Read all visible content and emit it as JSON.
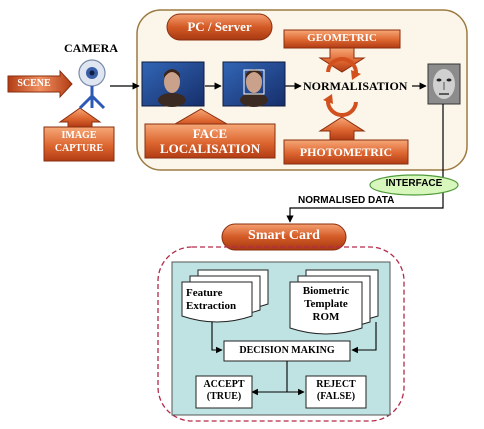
{
  "server": {
    "title": "PC / Server"
  },
  "camera": {
    "label": "CAMERA"
  },
  "scene": {
    "label": "SCENE"
  },
  "image_capture": {
    "line1": "IMAGE",
    "line2": "CAPTURE"
  },
  "geometric": {
    "label": "GEOMETRIC"
  },
  "normalisation": {
    "label": "NORMALISATION"
  },
  "face_localisation": {
    "line1": "FACE",
    "line2": "LOCALISATION"
  },
  "photometric": {
    "label": "PHOTOMETRIC"
  },
  "interface": {
    "label": "INTERFACE"
  },
  "normalised_data": {
    "label": "NORMALISED DATA"
  },
  "smart_card": {
    "title": "Smart Card",
    "feature": {
      "line1": "Feature",
      "line2": "Extraction"
    },
    "template": {
      "line1": "Biometric",
      "line2": "Template",
      "line3": "ROM"
    },
    "decision": "DECISION MAKING",
    "accept": {
      "line1": "ACCEPT",
      "line2": "(TRUE)"
    },
    "reject": {
      "line1": "REJECT",
      "line2": "(FALSE)"
    }
  },
  "colors": {
    "orange_dark": "#c4441a",
    "orange_light": "#f39a63",
    "server_fill": "#fcf6ea",
    "server_border": "#9c7a42",
    "card_border": "#b32a4a",
    "teal_fill": "#bfe3e3",
    "interface_fill": "#d8f7bc",
    "interface_border": "#4f9b3a"
  }
}
